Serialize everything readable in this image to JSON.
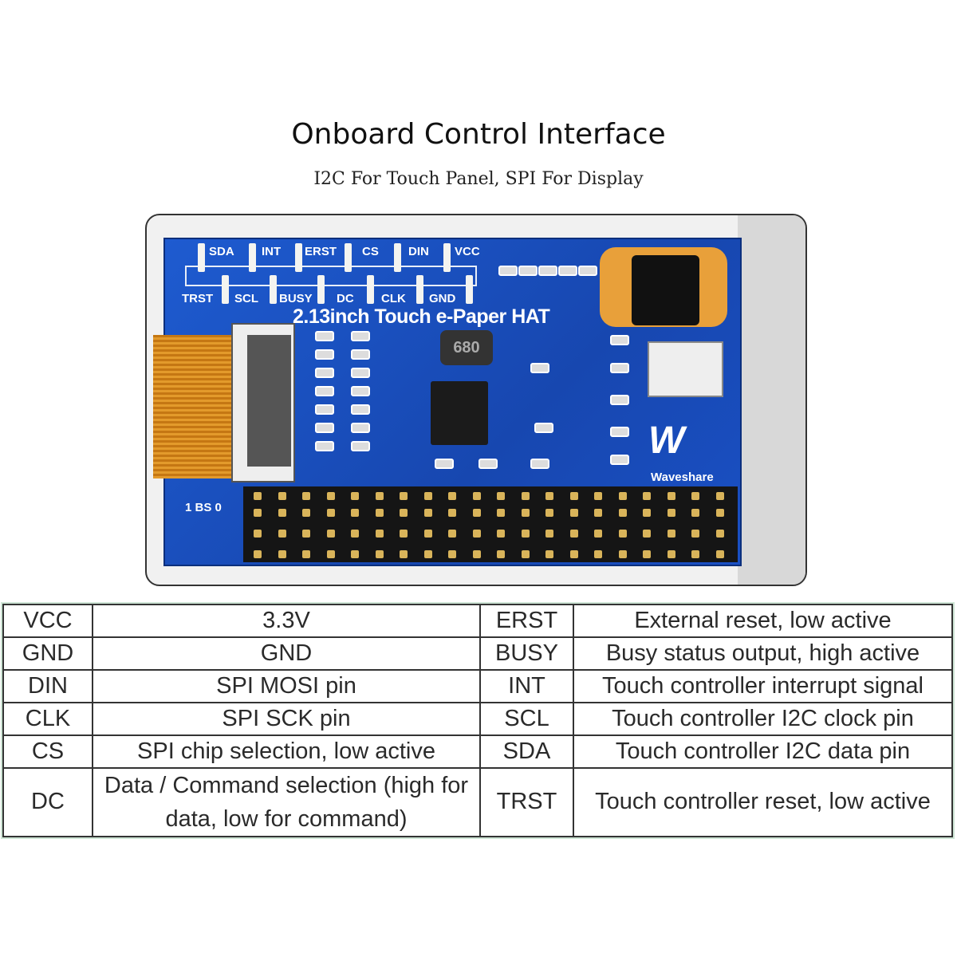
{
  "title": "Onboard Control Interface",
  "subtitle": "I2C For Touch Panel, SPI For Display",
  "board": {
    "top_labels": [
      "SDA",
      "INT",
      "ERST",
      "CS",
      "DIN",
      "VCC"
    ],
    "bottom_labels": [
      "TRST",
      "SCL",
      "BUSY",
      "DC",
      "CLK",
      "GND"
    ],
    "name": "2.13inch Touch e-Paper HAT",
    "inductor": "680",
    "bs_label": "1 BS 0",
    "brand": "Waveshare",
    "logo": "W"
  },
  "table": {
    "rows": [
      {
        "pin1": "VCC",
        "desc1": "3.3V",
        "pin2": "ERST",
        "desc2": "External reset, low active"
      },
      {
        "pin1": "GND",
        "desc1": "GND",
        "pin2": "BUSY",
        "desc2": "Busy status output, high active"
      },
      {
        "pin1": "DIN",
        "desc1": "SPI MOSI pin",
        "pin2": "INT",
        "desc2": "Touch controller interrupt signal"
      },
      {
        "pin1": "CLK",
        "desc1": "SPI SCK pin",
        "pin2": "SCL",
        "desc2": "Touch controller I2C clock pin"
      },
      {
        "pin1": "CS",
        "desc1": "SPI chip selection, low active",
        "pin2": "SDA",
        "desc2": "Touch controller I2C data pin"
      },
      {
        "pin1": "DC",
        "desc1": "Data / Command selection (high for data, low for command)",
        "pin2": "TRST",
        "desc2": "Touch controller reset, low active"
      }
    ]
  }
}
